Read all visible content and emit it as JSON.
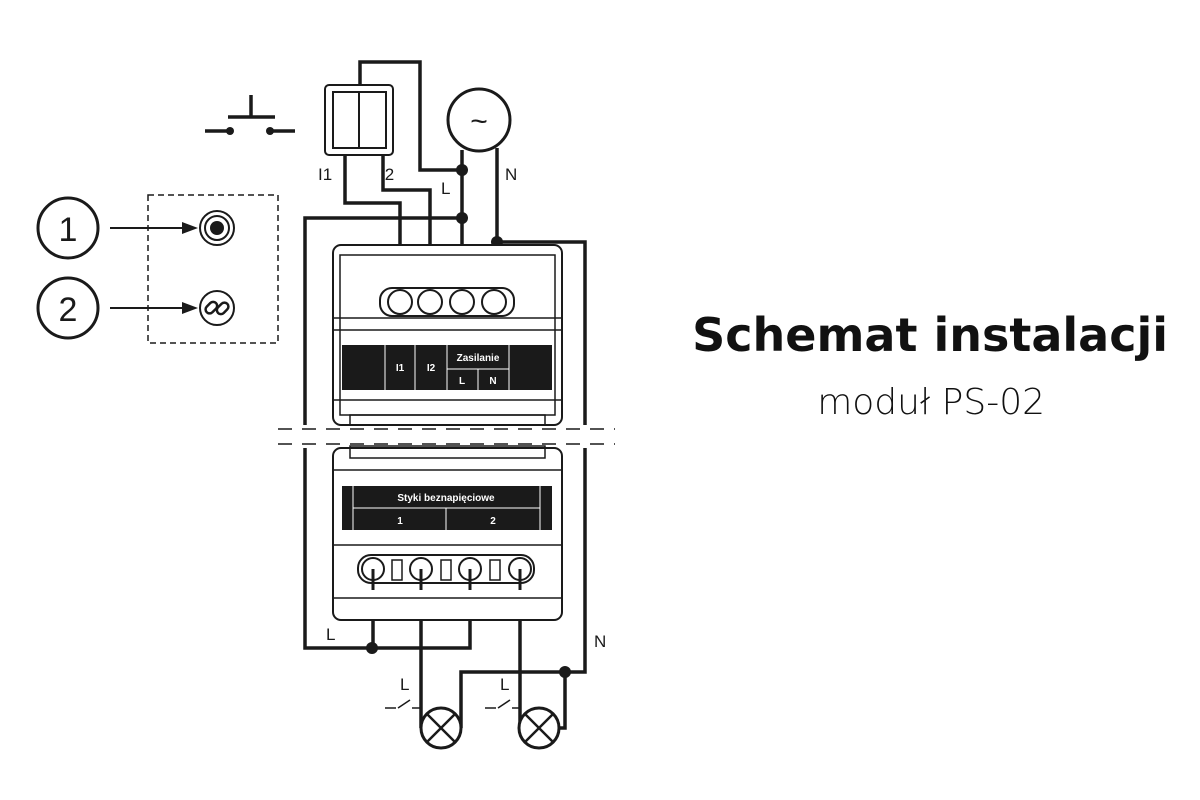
{
  "title": "Schemat instalacji",
  "subtitle": "moduł PS-02",
  "legend": [
    {
      "number": "1",
      "icon": "bullseye-icon"
    },
    {
      "number": "2",
      "icon": "link-icon"
    }
  ],
  "wire_labels": {
    "i1": "I1",
    "i2": "I2",
    "l_top": "L",
    "n_top": "N",
    "l_bottom": "L",
    "n_bottom": "N",
    "l_switch1": "L",
    "l_switch2": "L"
  },
  "module": {
    "top_labels": {
      "i1": "I1",
      "i2": "I2",
      "supply": "Zasilanie",
      "l": "L",
      "n": "N"
    },
    "bottom_labels": {
      "contacts": "Styki beznapięciowe",
      "c1": "1",
      "c2": "2"
    }
  },
  "source_symbol": "~"
}
